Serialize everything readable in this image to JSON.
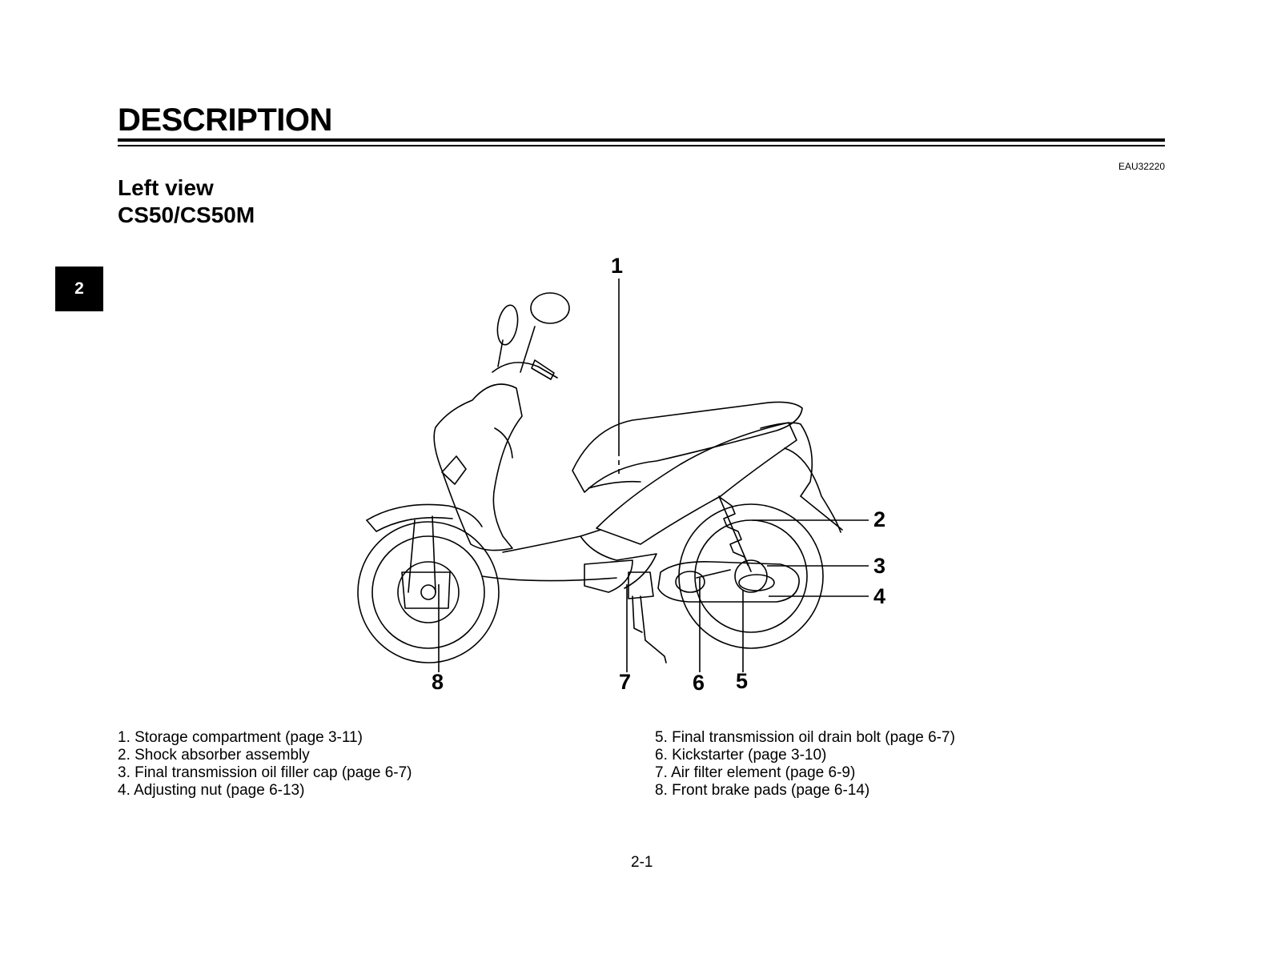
{
  "header": {
    "title": "DESCRIPTION",
    "doc_code": "EAU32220"
  },
  "section": {
    "title_line1": "Left view",
    "title_line2": "CS50/CS50M"
  },
  "chapter_tab": "2",
  "figure": {
    "callouts": [
      "1",
      "2",
      "3",
      "4",
      "5",
      "6",
      "7",
      "8"
    ]
  },
  "legend": {
    "left": [
      "1. Storage compartment (page 3-11)",
      "2. Shock absorber assembly",
      "3. Final transmission oil filler cap (page 6-7)",
      "4. Adjusting nut (page 6-13)"
    ],
    "right": [
      "5. Final transmission oil drain bolt (page 6-7)",
      "6. Kickstarter (page 3-10)",
      "7. Air filter element (page 6-9)",
      "8. Front brake pads (page 6-14)"
    ]
  },
  "footer": {
    "page_number": "2-1"
  }
}
